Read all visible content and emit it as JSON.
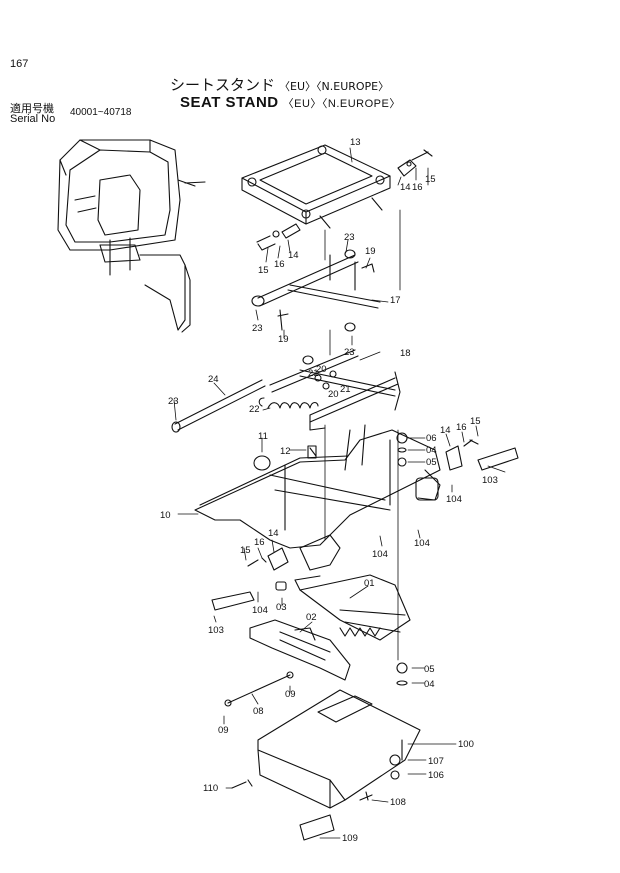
{
  "header": {
    "page_number": "167",
    "title_jp": "シートスタンド",
    "title_jp_suffix": "〈EU〉〈N.EUROPE〉",
    "title_en": "SEAT STAND",
    "title_en_suffix": "〈EU〉〈N.EUROPE〉",
    "serial_label_jp": "適用号機",
    "serial_label": "Serial No",
    "serial_range": "40001~40718"
  },
  "callouts": [
    {
      "id": "c13",
      "text": "13"
    },
    {
      "id": "c16a",
      "text": "16"
    },
    {
      "id": "c14a",
      "text": "14"
    },
    {
      "id": "c15a",
      "text": "15"
    },
    {
      "id": "c23a",
      "text": "23"
    },
    {
      "id": "c19a",
      "text": "19"
    },
    {
      "id": "c15b",
      "text": "15"
    },
    {
      "id": "c16b",
      "text": "16"
    },
    {
      "id": "c14b",
      "text": "14"
    },
    {
      "id": "c17",
      "text": "17"
    },
    {
      "id": "c23b",
      "text": "23"
    },
    {
      "id": "c19b",
      "text": "19"
    },
    {
      "id": "c23c",
      "text": "23"
    },
    {
      "id": "c18",
      "text": "18"
    },
    {
      "id": "c21a",
      "text": "21"
    },
    {
      "id": "c20a",
      "text": "20"
    },
    {
      "id": "c21b",
      "text": "21"
    },
    {
      "id": "c20b",
      "text": "20"
    },
    {
      "id": "c24",
      "text": "24"
    },
    {
      "id": "c23d",
      "text": "23"
    },
    {
      "id": "c22",
      "text": "22"
    },
    {
      "id": "c11",
      "text": "11"
    },
    {
      "id": "c12",
      "text": "12"
    },
    {
      "id": "c06",
      "text": "06"
    },
    {
      "id": "c04a",
      "text": "04"
    },
    {
      "id": "c05a",
      "text": "05"
    },
    {
      "id": "c14c",
      "text": "14"
    },
    {
      "id": "c16c",
      "text": "16"
    },
    {
      "id": "c15c",
      "text": "15"
    },
    {
      "id": "c103a",
      "text": "103"
    },
    {
      "id": "c104a",
      "text": "104"
    },
    {
      "id": "c10",
      "text": "10"
    },
    {
      "id": "c104b",
      "text": "104"
    },
    {
      "id": "c15d",
      "text": "15"
    },
    {
      "id": "c16d",
      "text": "16"
    },
    {
      "id": "c14d",
      "text": "14"
    },
    {
      "id": "c104c",
      "text": "104"
    },
    {
      "id": "c01",
      "text": "01"
    },
    {
      "id": "c104d",
      "text": "104"
    },
    {
      "id": "c03",
      "text": "03"
    },
    {
      "id": "c103b",
      "text": "103"
    },
    {
      "id": "c02",
      "text": "02"
    },
    {
      "id": "c05b",
      "text": "05"
    },
    {
      "id": "c04b",
      "text": "04"
    },
    {
      "id": "c09a",
      "text": "09"
    },
    {
      "id": "c09b",
      "text": "09"
    },
    {
      "id": "c08",
      "text": "08"
    },
    {
      "id": "c100",
      "text": "100"
    },
    {
      "id": "c107",
      "text": "107"
    },
    {
      "id": "c106",
      "text": "106"
    },
    {
      "id": "c110",
      "text": "110"
    },
    {
      "id": "c108",
      "text": "108"
    },
    {
      "id": "c109",
      "text": "109"
    }
  ]
}
